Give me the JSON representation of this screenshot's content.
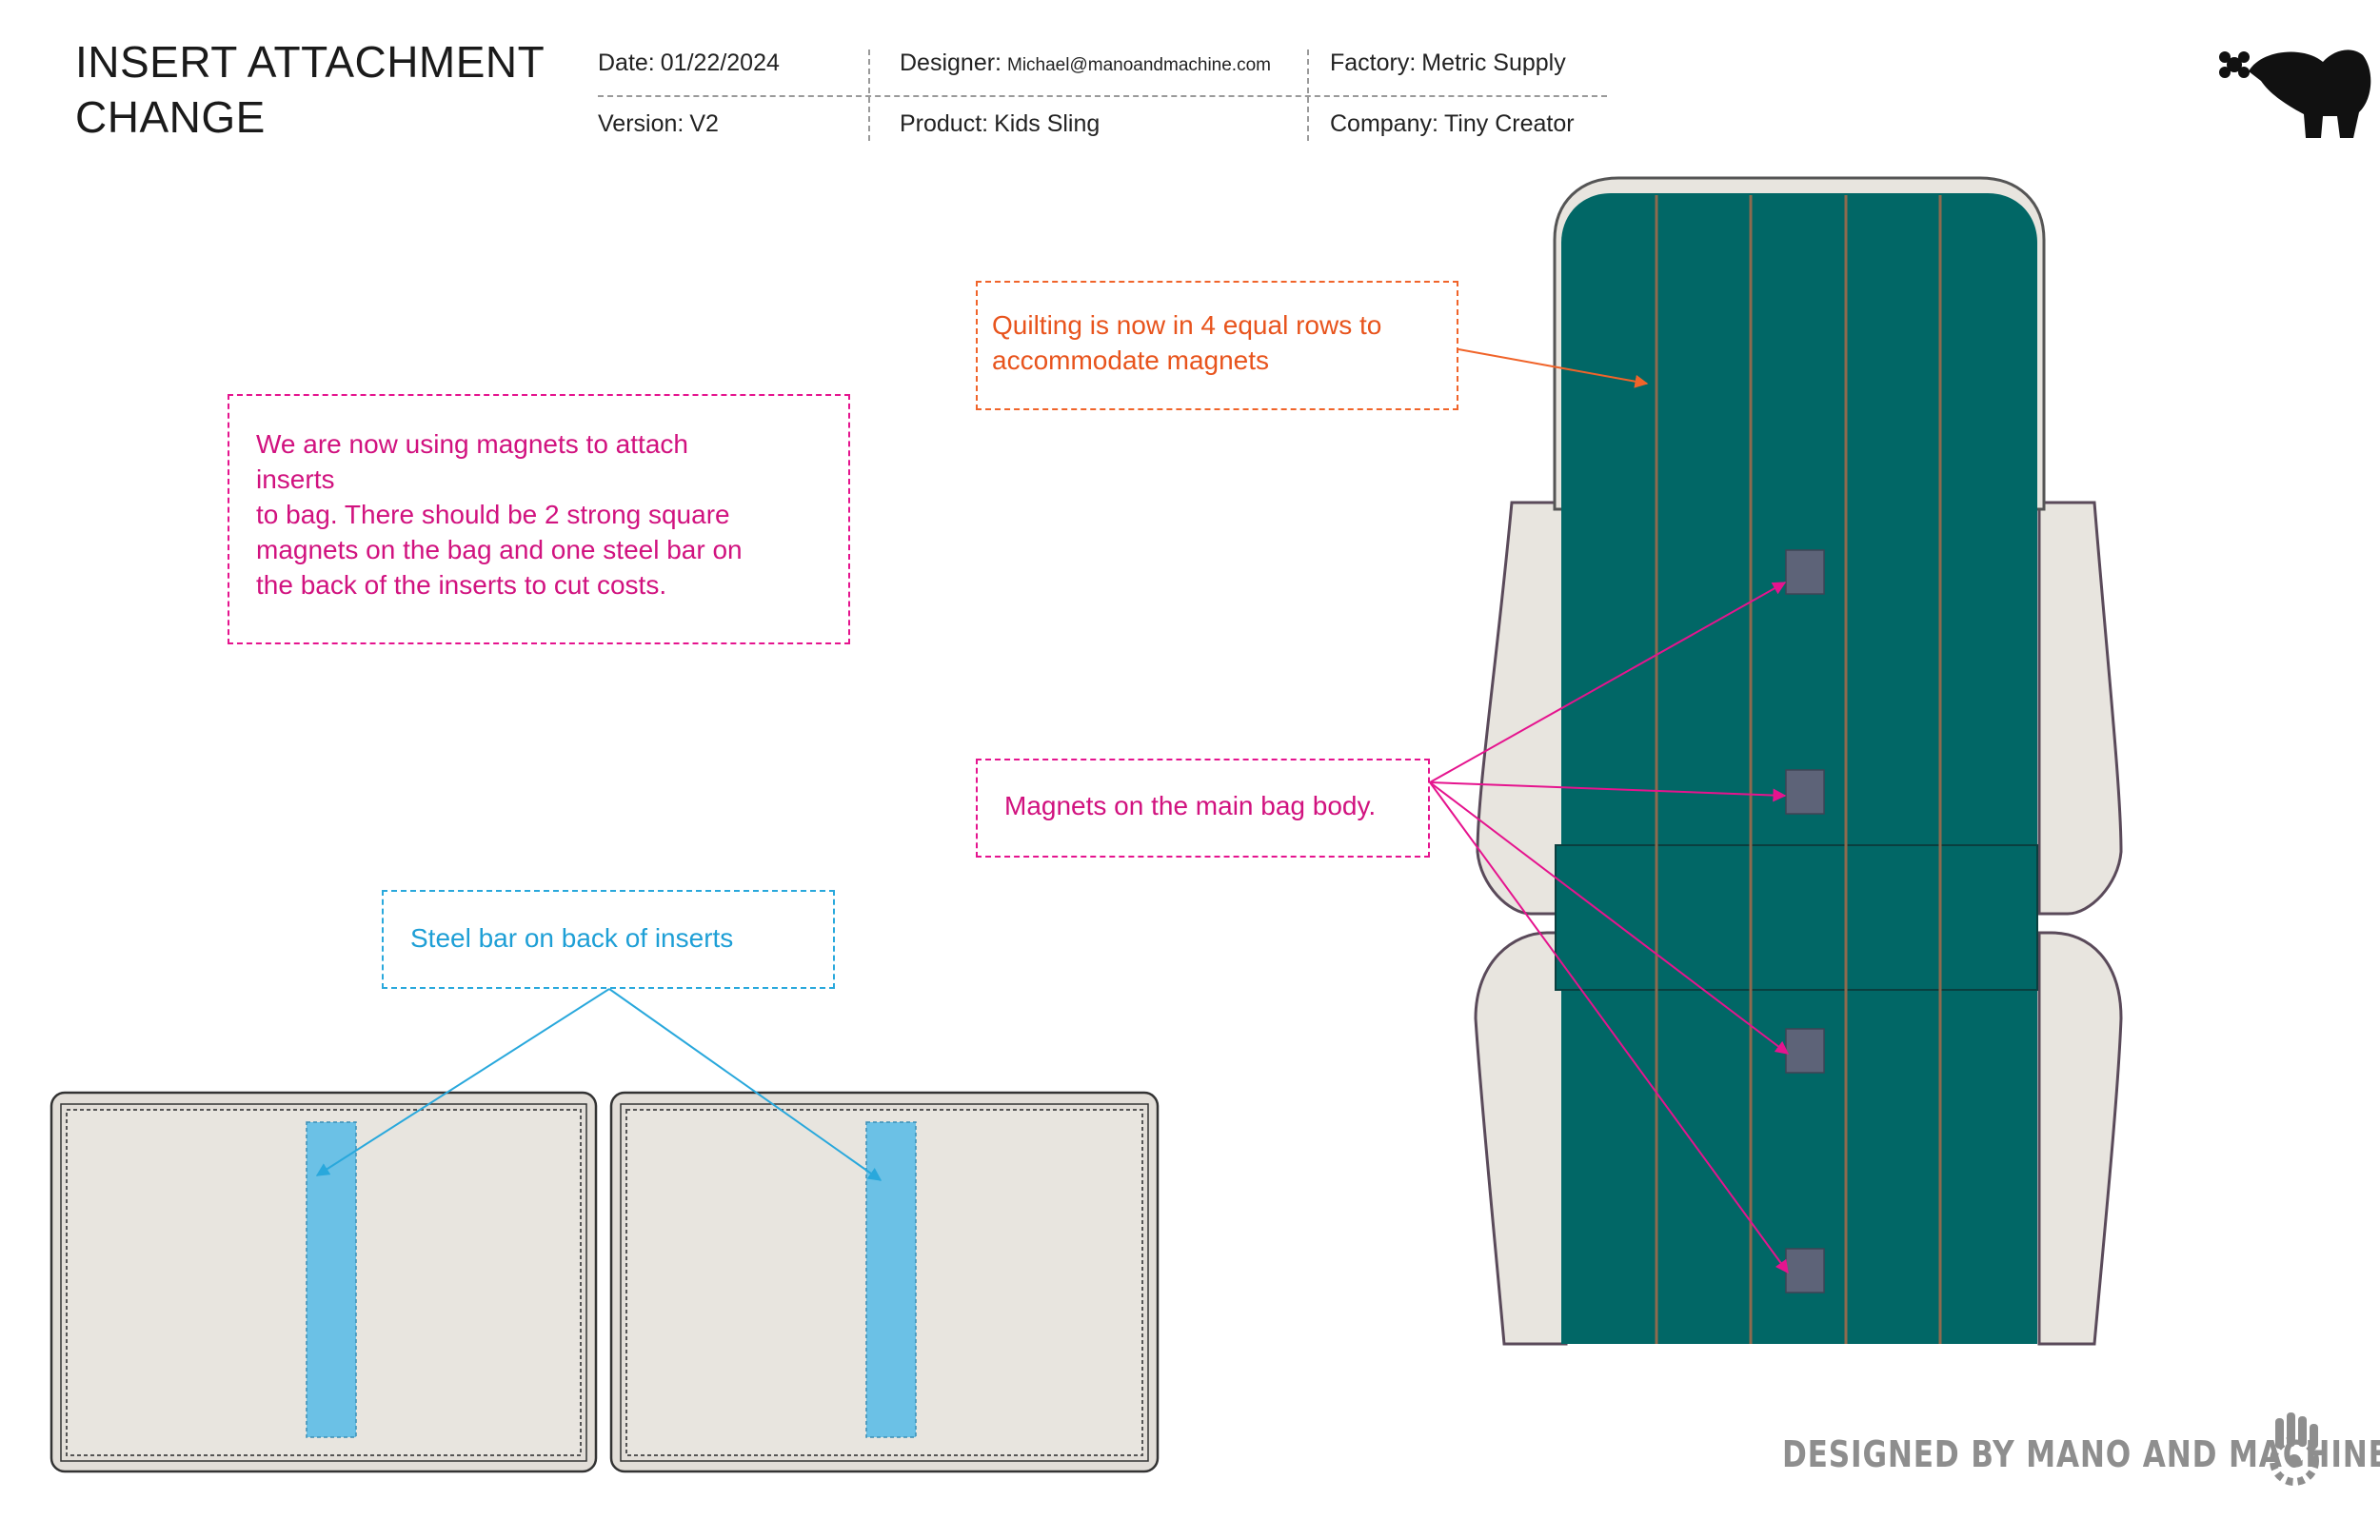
{
  "header": {
    "title_line1": "INSERT ATTACHMENT",
    "title_line2": "CHANGE",
    "date_label": "Date:",
    "date_value": "01/22/2024",
    "designer_label": "Designer:",
    "designer_value": "Michael@manoandmachine.com",
    "factory_label": "Factory:",
    "factory_value": "Metric Supply",
    "version_label": "Version:",
    "version_value": "V2",
    "product_label": "Product:",
    "product_value": "Kids Sling",
    "company_label": "Company:",
    "company_value": "Tiny Creator"
  },
  "notes": {
    "magnets_attach": "We are now using magnets to attach\ninserts\nto bag. There should be 2 strong square\nmagnets on the bag and one steel bar on\nthe back of the inserts to cut costs.",
    "quilting": "Quilting is now in 4 equal rows to\naccommodate magnets",
    "magnets_body": "Magnets on the main bag body.",
    "steel_bar": "Steel bar on back of inserts"
  },
  "footer": {
    "credit": "DESIGNED BY MANO AND MACHINE"
  },
  "colors": {
    "teal_fabric": "#016766",
    "canvas": "#e8e5df",
    "magnet": "#5d6378",
    "steel_bar": "#6bc1e6",
    "quilting_stitch": "#8d6a4e",
    "callout_pink": "#e5148e",
    "callout_orange": "#f0642a",
    "callout_blue": "#29a8dc"
  },
  "icons": {
    "brand_logo": "elephant-flower-logo",
    "maker_logo": "hand-gear-icon"
  }
}
